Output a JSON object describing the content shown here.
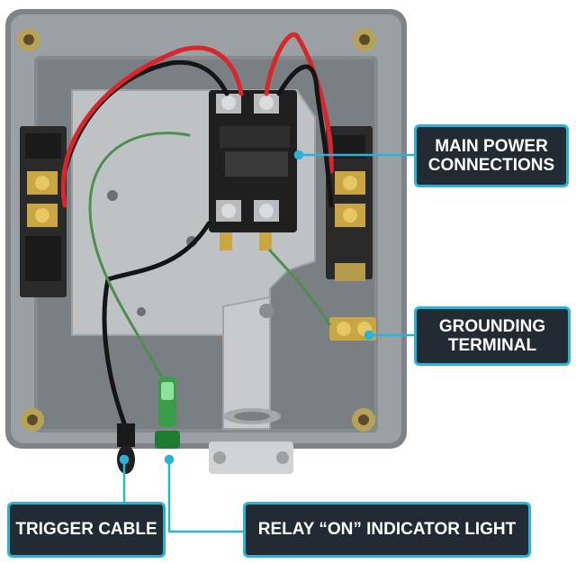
{
  "callouts": {
    "main_power": {
      "line1": "MAIN POWER",
      "line2": "CONNECTIONS"
    },
    "grounding": {
      "line1": "GROUNDING",
      "line2": "TERMINAL"
    },
    "trigger": {
      "label": "TRIGGER CABLE"
    },
    "relay": {
      "label": "RELAY “ON” INDICATOR LIGHT"
    }
  },
  "colors": {
    "accent": "#2bb3d6",
    "callout_bg": "#222a33",
    "enclosure": "#8e9397",
    "wire_red": "#d8262b",
    "wire_black": "#151515",
    "wire_green": "#4f8d4f"
  }
}
